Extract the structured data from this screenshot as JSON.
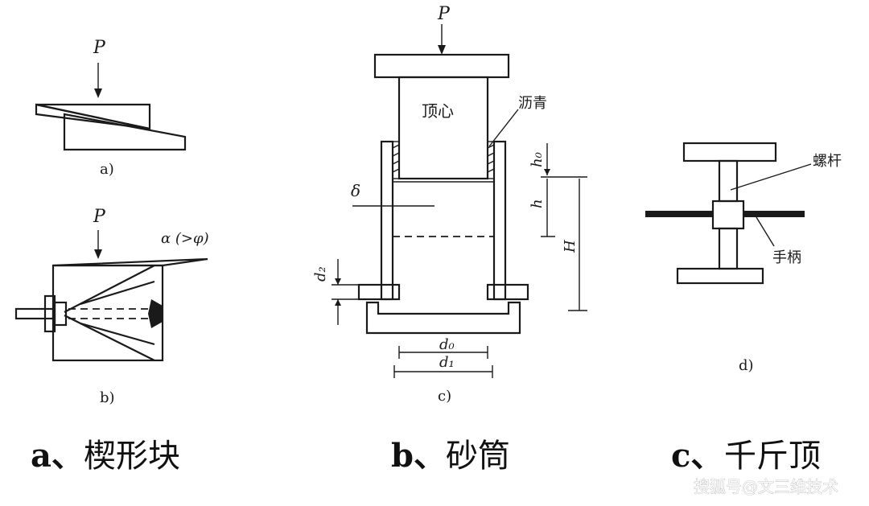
{
  "diagram_a": {
    "load": "P",
    "caption": "a)"
  },
  "diagram_b": {
    "load": "P",
    "angle": "α (>φ)",
    "caption": "b)"
  },
  "diagram_c": {
    "load": "P",
    "core": "顶心",
    "asphalt": "沥青",
    "h0": "h₀",
    "h": "h",
    "H": "H",
    "delta": "δ",
    "d2": "d₂",
    "d0": "d₀",
    "d1": "d₁",
    "caption": "c)"
  },
  "diagram_d": {
    "screw": "螺杆",
    "handle": "手柄",
    "caption": "d)"
  },
  "captions": [
    {
      "letter": "a、",
      "text": "楔形块"
    },
    {
      "letter": "b、",
      "text": "砂筒"
    },
    {
      "letter": "c、",
      "text": "千斤顶"
    }
  ],
  "watermark": "搜狐号@文三维技术"
}
